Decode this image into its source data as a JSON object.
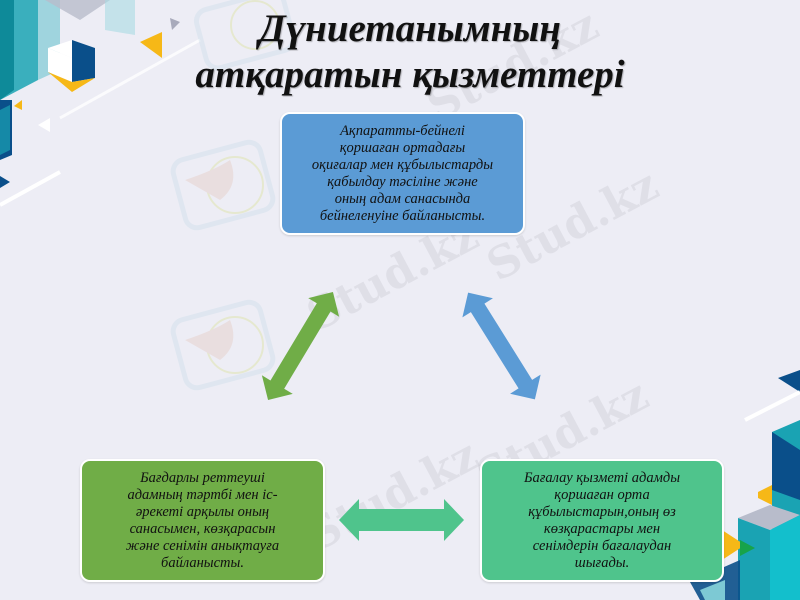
{
  "slide": {
    "title_line1": "Дүниетанымның",
    "title_line2": "атқаратын қызметтері",
    "boxes": {
      "top": {
        "color": "#5b9bd5",
        "text": "Ақпаратты-бейнелі\nқоршаған ортадағы\nоқиғалар мен құбылыстарды\nқабылдау тәсіліне және\nоның адам санасында\nбейнеленуіне байланысты."
      },
      "left": {
        "color": "#70ad47",
        "text": "Бағдарлы реттеуші\nадамның тәртбі мен іс-\nәрекеті арқылы оның\nсанасымен, көзқарасын\nжәне сенімін анықтауға\nбайланысты."
      },
      "right": {
        "color": "#4fc48c",
        "text": "Бағалау қызметі адамды\nқоршаған орта\nқұбылыстарын,оның өз\nкөзқарастары мен\nсенімдерін бағалаудан\nшығады."
      }
    },
    "arrows": {
      "top_left": {
        "color": "#70ad47",
        "icon": "double-arrow-diagonal"
      },
      "top_right": {
        "color": "#5b9bd5",
        "icon": "double-arrow-diagonal"
      },
      "bottom": {
        "color": "#4fc48c",
        "icon": "double-arrow-horizontal"
      }
    },
    "watermark": "Stud.kz"
  }
}
